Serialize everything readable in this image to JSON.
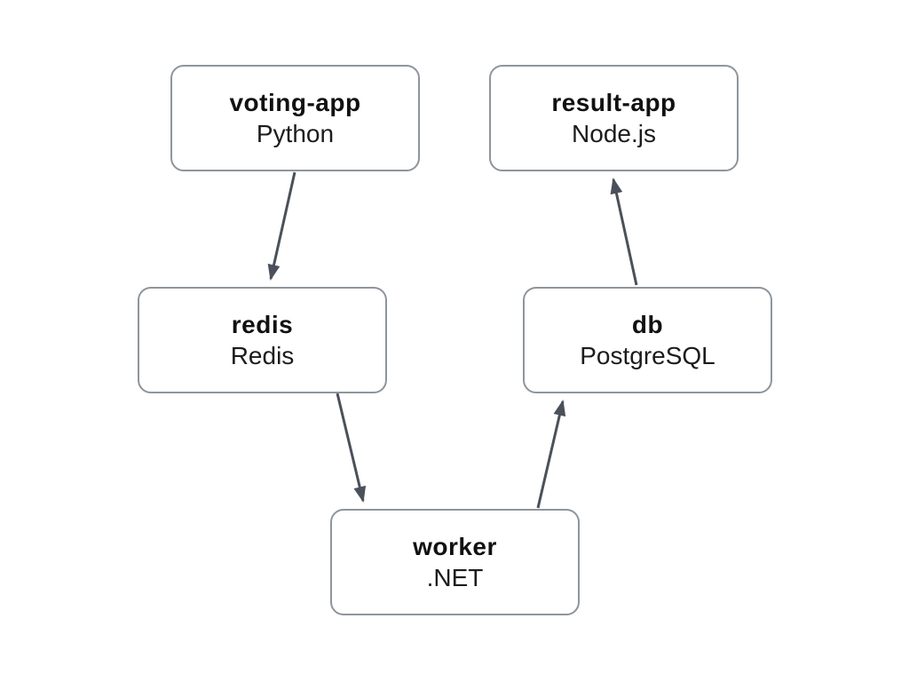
{
  "diagram": {
    "title": "voting application architecture diagram",
    "nodes": [
      {
        "id": "voting-app",
        "title": "voting-app",
        "subtitle": "Python"
      },
      {
        "id": "result-app",
        "title": "result-app",
        "subtitle": "Node.js"
      },
      {
        "id": "redis",
        "title": "redis",
        "subtitle": "Redis"
      },
      {
        "id": "db",
        "title": "db",
        "subtitle": "PostgreSQL"
      },
      {
        "id": "worker",
        "title": "worker",
        "subtitle": ".NET"
      }
    ],
    "edges": [
      {
        "from": "voting-app",
        "to": "redis"
      },
      {
        "from": "redis",
        "to": "worker"
      },
      {
        "from": "worker",
        "to": "db"
      },
      {
        "from": "db",
        "to": "result-app"
      }
    ],
    "colors": {
      "background": "#ffffff",
      "node_fill": "#ffffff",
      "node_border": "#8e959c",
      "arrow": "#4a515b",
      "text": "#111111"
    }
  }
}
